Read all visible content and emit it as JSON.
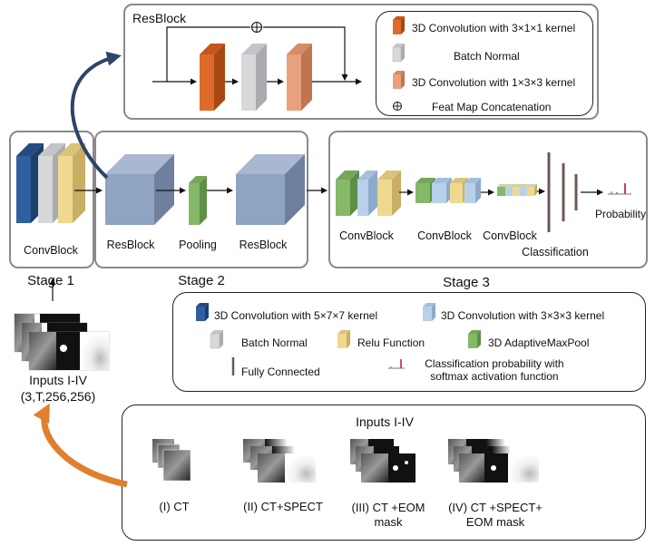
{
  "resblock_panel": {
    "title": "ResBlock",
    "legend": [
      {
        "label": "3D Convolution with 3×1×1 kernel"
      },
      {
        "label": "Batch Normal"
      },
      {
        "label": "3D Convolution with 1×3×3 kernel"
      },
      {
        "label": "Feat Map Concatenation"
      }
    ],
    "concat_symbol": "⊕"
  },
  "stage1": {
    "title": "Stage 1",
    "block_label": "ConvBlock"
  },
  "stage2": {
    "title": "Stage 2",
    "labels": [
      "ResBlock",
      "Pooling",
      "ResBlock"
    ]
  },
  "stage3": {
    "title": "Stage 3",
    "labels": [
      "ConvBlock",
      "ConvBlock",
      "ConvBlock",
      "Classification"
    ],
    "output_label": "Probability"
  },
  "legend2": [
    {
      "label": "3D Convolution with 5×7×7 kernel"
    },
    {
      "label": "3D Convolution with 3×3×3 kernel"
    },
    {
      "label": "Batch Normal"
    },
    {
      "label": "Relu Function"
    },
    {
      "label": "3D AdaptiveMaxPool"
    },
    {
      "label": "Fully Connected"
    },
    {
      "label": "Classification probability with\nsoftmax activation function"
    }
  ],
  "inputs_left": {
    "title": "Inputs I-IV",
    "shape": "(3,T,256,256)"
  },
  "inputs_panel": {
    "title": "Inputs I-IV",
    "items": [
      {
        "label": "(I) CT"
      },
      {
        "label": "(II) CT+SPECT"
      },
      {
        "label": "(III) CT +EOM\nmask"
      },
      {
        "label": "(IV) CT +SPECT+\nEOM mask"
      }
    ]
  },
  "colors": {
    "conv577_blue": "#2f5f9e",
    "conv333_lightblue": "#b9d0ea",
    "batch_normal_gray": "#d6d8da",
    "relu_yellow": "#efd98f",
    "pool_green": "#86b86a",
    "conv311_orange": "#de6a2c",
    "conv133_salmon": "#e9a07c",
    "resblock_cube_blue": "#8fa3c2",
    "fc_brown": "#6b5a55",
    "softmax_pink": "#d6336c",
    "curve_navy": "#2c4568",
    "curve_orange": "#e07f2e"
  }
}
